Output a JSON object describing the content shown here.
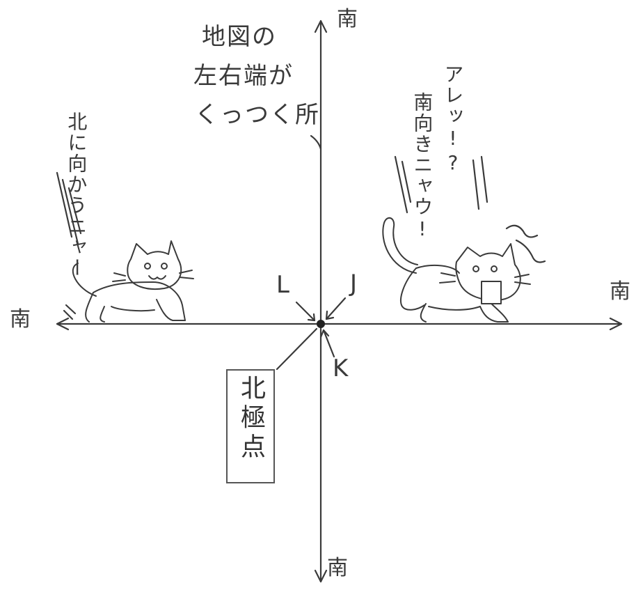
{
  "directions": {
    "top": "南",
    "bottom": "南",
    "left": "南",
    "right": "南"
  },
  "markers": {
    "j": "J",
    "k": "K",
    "l": "L"
  },
  "notes": {
    "map_edge": "地図の左右端がくっつく所",
    "map_edge_lines": [
      "地図の",
      "左右端が",
      "くっつく所"
    ],
    "pole_label": "北極点"
  },
  "speech": {
    "left_cat": "北に向かうニャー",
    "right_cat_line1": "アレッ!?",
    "right_cat_line2": "南向きニャウ!"
  },
  "colors": {
    "ink": "#3a3a3a",
    "background": "#ffffff"
  }
}
